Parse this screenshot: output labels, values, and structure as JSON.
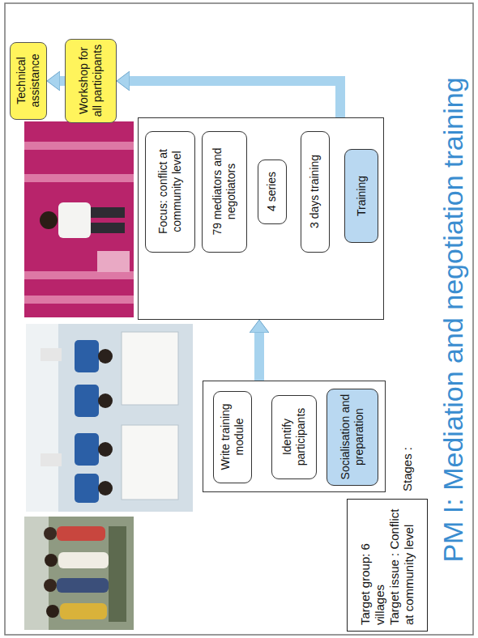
{
  "diagram": {
    "title": "PM I: Mediation and negotiation training",
    "nodes": [
      {
        "text": [
          "Target group: 6 villages",
          "Target issue : Conflict at community level"
        ]
      },
      {
        "text": [
          "Stages :"
        ]
      },
      {
        "text": [
          "Socialisation and preparation"
        ],
        "in": 1
      },
      {
        "text": [
          "Identify participants"
        ],
        "in": 1
      },
      {
        "text": [
          "Write training module"
        ],
        "in": 1
      },
      {
        "text": [
          "Training"
        ]
      },
      {
        "text": [
          "3 days training"
        ],
        "in": 5
      },
      {
        "text": [
          "4 series"
        ],
        "in": 5
      },
      {
        "text": [
          "79 mediators and negotiators"
        ],
        "in": 5
      },
      {
        "text": [
          "Focus: conflict at community level"
        ],
        "in": 5
      },
      {
        "text": [
          "Workshop for all participants"
        ]
      },
      {
        "text": [
          "Technical assistance"
        ]
      }
    ],
    "edges": [
      {
        "from": 1,
        "to": 5,
        "arrow": "to"
      },
      {
        "from": 5,
        "to": 10,
        "arrow": "to"
      },
      {
        "from": 10,
        "to": 11,
        "arrow": "to"
      }
    ]
  }
}
